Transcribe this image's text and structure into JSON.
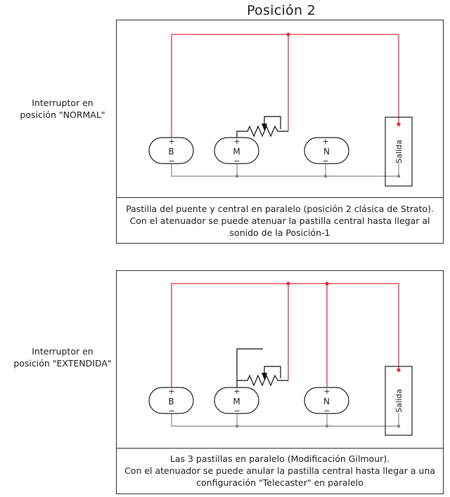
{
  "title": "Posición 2",
  "sections": [
    {
      "switch_label": [
        "Interruptor en",
        "posición \"NORMAL\""
      ],
      "caption": [
        "Pastilla del puente y central en paralelo (posición 2 clásica de Strato).",
        "Con el atenuador se puede atenuar la pastilla central hasta llegar al",
        "sonido de la Posición-1"
      ]
    },
    {
      "switch_label": [
        "Interruptor en",
        "posición \"EXTENDIDA\""
      ],
      "caption": [
        "Las 3 pastillas en paralelo (Modificación Gilmour).",
        "Con el atenuador se puede anular la pastilla central hasta llegar a una",
        "configuración \"Telecaster\" en paralelo"
      ]
    }
  ],
  "pickups": {
    "bridge": "B",
    "middle": "M",
    "neck": "N"
  },
  "output_label": "Salida",
  "terminal_plus": "+",
  "terminal_minus": "−",
  "colors": {
    "hot_wire": "#e0353b",
    "ground_wire": "#8a8a8a",
    "border": "#333333"
  }
}
